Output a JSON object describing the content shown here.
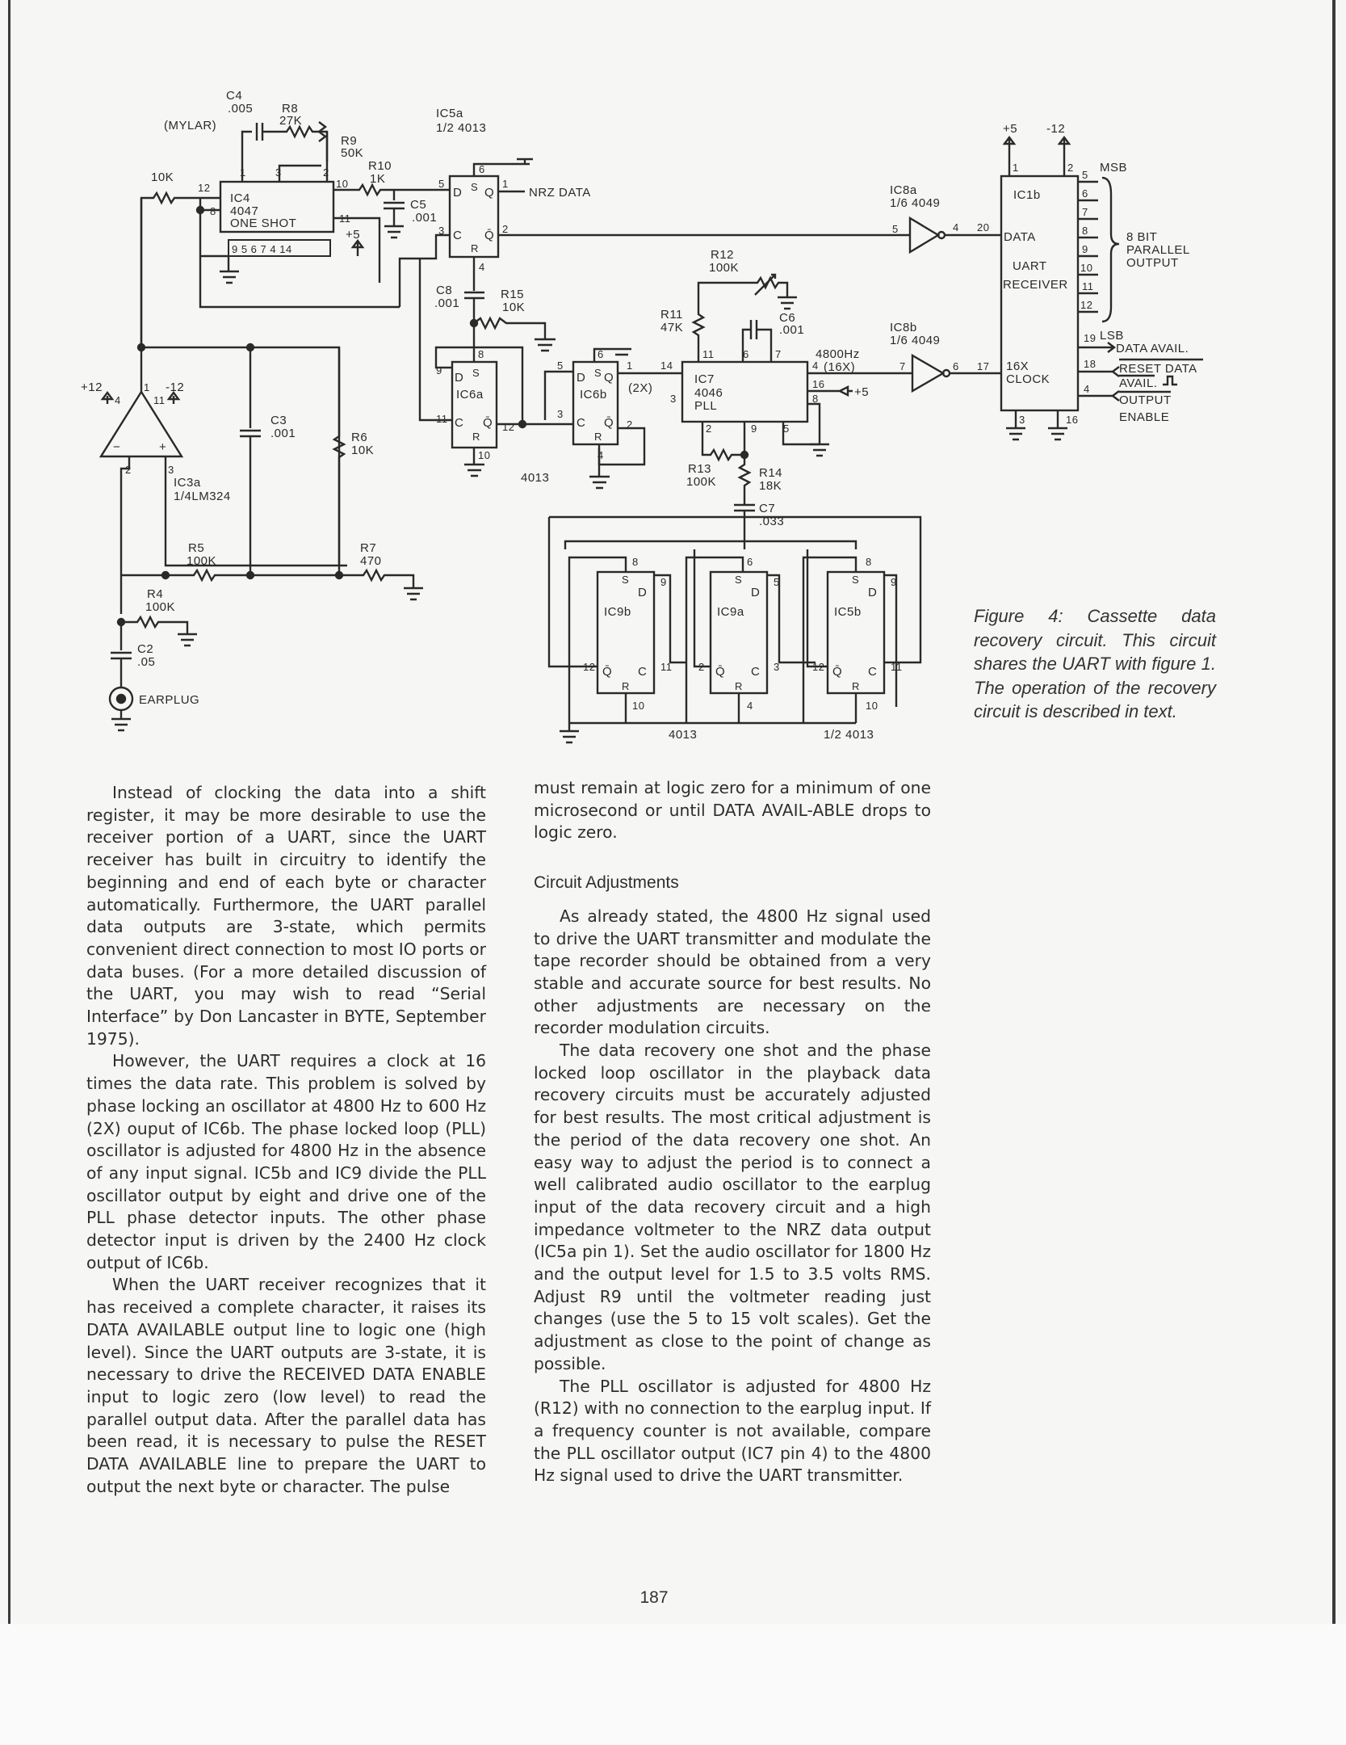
{
  "schematic": {
    "ic4": {
      "name": "IC4",
      "part": "4047",
      "desc": "ONE SHOT"
    },
    "ic5a": {
      "name": "IC5a",
      "part": "1/2 4013"
    },
    "ic6a": {
      "name": "IC6a"
    },
    "ic6b": {
      "name": "IC6b"
    },
    "ic7": {
      "name": "IC7",
      "part": "4046",
      "desc": "PLL"
    },
    "ic8a": {
      "name": "IC8a",
      "part": "1/6 4049"
    },
    "ic8b": {
      "name": "IC8b",
      "part": "1/6 4049"
    },
    "ic1b": {
      "name": "IC1b",
      "l1": "DATA",
      "l2": "UART",
      "l3": "RECEIVER",
      "l4": "16X",
      "l5": "CLOCK"
    },
    "ic3a": {
      "name": "IC3a",
      "part": "1/4LM324"
    },
    "ic9b": {
      "name": "IC9b"
    },
    "ic9a": {
      "name": "IC9a"
    },
    "ic5b": {
      "name": "IC5b"
    },
    "labels": {
      "c4": "C4",
      "c4_val": ".005",
      "mylar": "(MYLAR)",
      "r8": "R8",
      "r8_val": "27K",
      "r9": "R9",
      "r9_val": "50K",
      "r10": "R10",
      "r10_val": "1K",
      "c5": "C5",
      "c5_val": ".001",
      "r_in": "10K",
      "c8": "C8",
      "c8_val": ".001",
      "r15": "R15",
      "r15_val": "10K",
      "r12": "R12",
      "r12_val": "100K",
      "r11": "R11",
      "r11_val": "47K",
      "c6": "C6",
      "c6_val": ".001",
      "freq": "4800Hz",
      "freq_mult": "(16X)",
      "two_x": "(2X)",
      "r13": "R13",
      "r13_val": "100K",
      "r14": "R14",
      "r14_val": "18K",
      "c7": "C7",
      "c7_val": ".033",
      "c3": "C3",
      "c3_val": ".001",
      "r6": "R6",
      "r6_val": "10K",
      "r5": "R5",
      "r5_val": "100K",
      "r7": "R7",
      "r7_val": "470",
      "r4": "R4",
      "r4_val": "100K",
      "c2": "C2",
      "c2_val": ".05",
      "earplug": "EARPLUG",
      "nrz": "NRZ DATA",
      "plus12": "+12",
      "minus12": "-12",
      "plus5": "+5",
      "minus12b": "-12",
      "msb": "MSB",
      "lsb": "LSB",
      "out1": "8 BIT",
      "out2": "PARALLEL",
      "out3": "OUTPUT",
      "data_avail": "DATA AVAIL.",
      "reset_data": "RESET DATA",
      "avail": "AVAIL.",
      "output": "OUTPUT",
      "enable": "ENABLE",
      "part_4013": "4013",
      "part_4013b": "4013",
      "part_half4013": "1/2 4013",
      "plus5_pll": "+5"
    }
  },
  "caption": "Figure 4: Cassette data recovery circuit. This circuit shares the UART with figure 1. The operation of the recovery circuit is described in text.",
  "col1": {
    "p1": "Instead of clocking the data into a shift register, it may be more desirable to use the receiver portion of a UART, since the UART receiver has built in circuitry to identify the beginning and end of each byte or character automatically. Furthermore, the UART parallel data outputs are 3-state, which permits convenient direct connection to most IO ports or data buses. (For a more detailed discussion of the UART, you may wish to read “Serial Interface” by Don Lancaster in BYTE, September 1975).",
    "p2": "However, the UART requires a clock at 16 times the data rate. This problem is solved by phase locking an oscillator at 4800 Hz to 600 Hz (2X) ouput of  IC6b. The phase locked loop (PLL) oscillator is adjusted for 4800 Hz in the absence of any input signal. IC5b and IC9 divide the PLL oscillator output by eight and drive one of the PLL phase detector inputs. The other phase detector input is driven by the 2400 Hz clock output of IC6b.",
    "p3": "When the UART receiver recognizes that it has received a complete character, it raises its DATA AVAILABLE output line to logic one (high level). Since the UART outputs are 3-state, it is necessary to drive the RECEIVED DATA ENABLE input to logic zero (low level) to read the parallel output data. After the parallel data has been read, it is necessary to pulse the RESET DATA AVAILABLE line to prepare the UART to output the next byte or character. The pulse"
  },
  "col2": {
    "p0": "must remain at logic zero for a minimum of one microsecond or until DATA AVAIL-ABLE drops to logic zero.",
    "heading": "Circuit Adjustments",
    "p1": "As already stated, the 4800 Hz signal used to drive the UART transmitter and modulate the tape recorder should be obtained from a very stable and accurate source for best results. No other adjustments are necessary on the recorder modulation circuits.",
    "p2": "The data recovery one shot and the phase locked loop oscillator in the playback data recovery circuits must be accurately adjusted for best results. The most critical adjustment is the period of the data recovery one shot. An easy way to adjust the period is to connect a well calibrated audio oscillator to the earplug input of the data recovery circuit and a high impedance voltmeter to the NRZ data output (IC5a pin 1). Set the audio oscillator for 1800 Hz and the output level for 1.5 to 3.5 volts RMS. Adjust R9 until the voltmeter reading just changes (use the 5 to 15 volt scales). Get the adjustment as close to the point of change as possible.",
    "p3": "The PLL oscillator is adjusted for 4800 Hz (R12) with no connection to the earplug input. If a frequency counter is not available, compare the PLL oscillator output (IC7 pin 4) to the 4800 Hz signal used to drive the UART transmitter."
  },
  "page_number": "187"
}
